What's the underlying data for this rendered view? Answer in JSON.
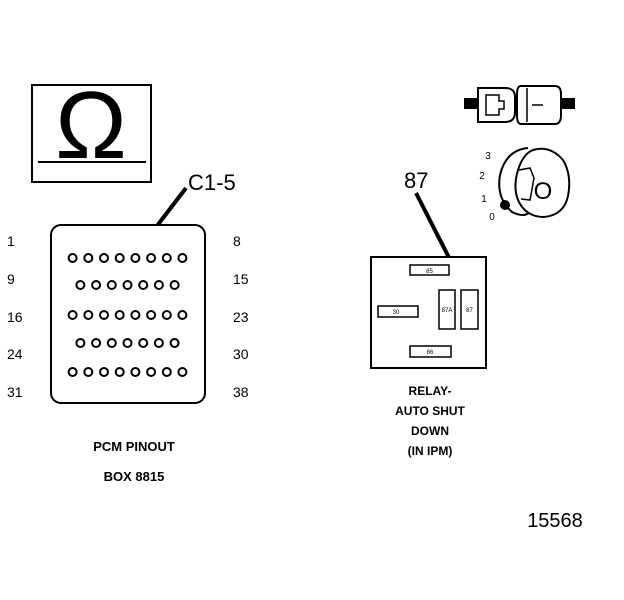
{
  "ohm_symbol": "Ω",
  "pcm": {
    "callout": "C1-5",
    "row_labels_left": [
      "1",
      "9",
      "16",
      "24",
      "31"
    ],
    "row_labels_right": [
      "8",
      "15",
      "23",
      "30",
      "38"
    ],
    "pins_per_row": [
      8,
      7,
      8,
      7,
      8
    ],
    "caption_line1": "PCM PINOUT",
    "caption_line2": "BOX 8815"
  },
  "relay": {
    "callout": "87",
    "terminals": {
      "t85": "85",
      "t30": "30",
      "t87a": "87A",
      "t87": "87",
      "t86": "86"
    },
    "caption_lines": [
      "RELAY-",
      "AUTO SHUT",
      "DOWN",
      "(IN IPM)"
    ]
  },
  "ignition": {
    "positions": [
      "3",
      "2",
      "1",
      "0"
    ],
    "key_letter": "O"
  },
  "figure_number": "15568"
}
